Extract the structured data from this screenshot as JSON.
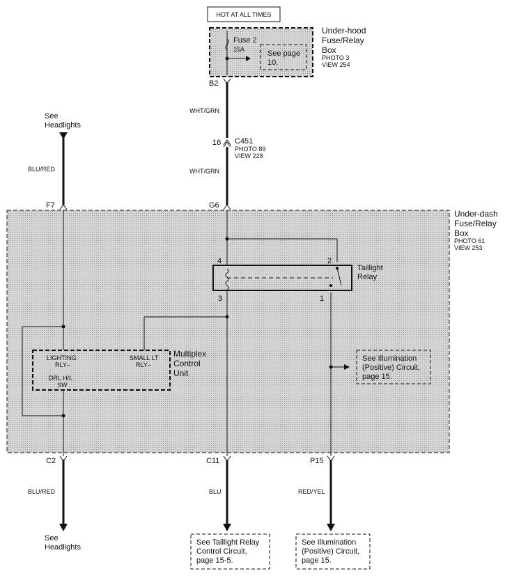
{
  "header": {
    "hot_label": "HOT AT ALL TIMES"
  },
  "underhood_box": {
    "title_lines": [
      "Under-hood",
      "Fuse/Relay",
      "Box"
    ],
    "photo": "PHOTO 3",
    "view": "VIEW 254",
    "fuse_name": "Fuse 2",
    "fuse_rating": "15A",
    "see_page_lines": [
      "See page",
      "10."
    ]
  },
  "connectors": {
    "b2": "B2",
    "c451_pin": "16",
    "c451": "C451",
    "c451_photo": "PHOTO 89",
    "c451_view": "VIEW 228",
    "g6": "G6",
    "f7": "F7",
    "c2": "C2",
    "c11": "C11",
    "p15": "P15"
  },
  "wires": {
    "wht_grn_1": "WHT/GRN",
    "wht_grn_2": "WHT/GRN",
    "blu_red_top": "BLU/RED",
    "blu_red_bottom": "BLU/RED",
    "blu": "BLU",
    "red_yel": "RED/YEL"
  },
  "see_headlights_top": [
    "See",
    "Headlights"
  ],
  "see_headlights_bottom": [
    "See",
    "Headlights"
  ],
  "underdash_box": {
    "title_lines": [
      "Under-dash",
      "Fuse/Relay",
      "Box"
    ],
    "photo": "PHOTO 61",
    "view": "VIEW 253"
  },
  "relay": {
    "label_lines": [
      "Taillight",
      "Relay"
    ],
    "pin4": "4",
    "pin2": "2",
    "pin3": "3",
    "pin1": "1"
  },
  "mcu": {
    "label_lines": [
      "Multiplex",
      "Control",
      "Unit"
    ],
    "lighting_lines": [
      "LIGHTING",
      "RLY–"
    ],
    "drl_lines": [
      "DRL H/L",
      "SW"
    ],
    "small_lt_lines": [
      "SMALL LT",
      "RLY–"
    ]
  },
  "illum_inner": [
    "See Illumination",
    "(Positive) Circuit,",
    "page 15."
  ],
  "taillight_ctrl": [
    "See Taillight Relay",
    "Control Circuit,",
    "page 15-5."
  ],
  "illum_bottom": [
    "See Illumination",
    "(Positive) Circuit,",
    "page 15."
  ],
  "colors": {
    "box_fill": "#cfcfcf",
    "ink": "#111111"
  }
}
